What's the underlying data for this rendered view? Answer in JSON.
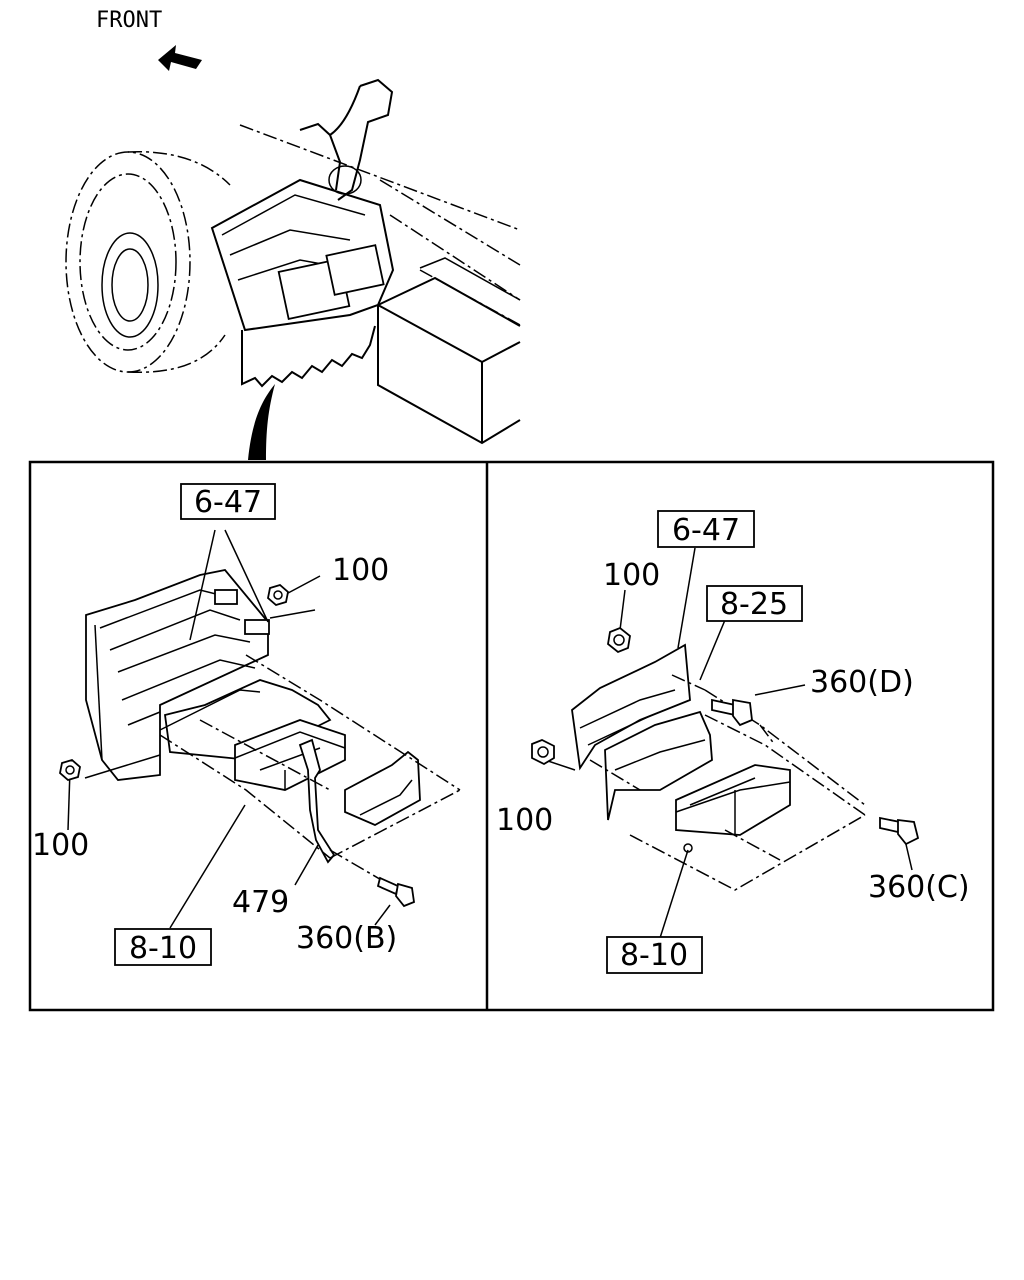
{
  "header": {
    "direction_label": "FRONT"
  },
  "left_panel": {
    "part_box_top": "6-47",
    "nut_top": "100",
    "nut_left": "100",
    "bracket": "479",
    "bolt": "360(B)",
    "part_box_bottom": "8-10"
  },
  "right_panel": {
    "part_box_top": "6-47",
    "part_box_mid": "8-25",
    "nut_top": "100",
    "nut_left": "100",
    "bolt_d": "360(D)",
    "bolt_c": "360(C)",
    "part_box_bottom": "8-10"
  }
}
